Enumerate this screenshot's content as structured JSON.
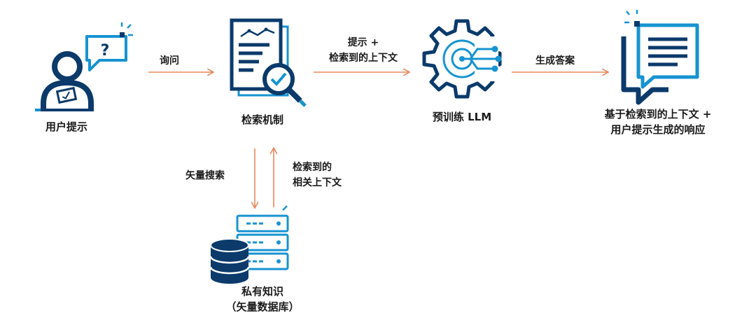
{
  "colors": {
    "navy": "#0b3a6b",
    "blue": "#1793d1",
    "arrow": "#e8875b"
  },
  "nodes": {
    "user_prompt": {
      "label": "用户提示",
      "icon": "user-question-icon"
    },
    "retrieval": {
      "label": "检索机制",
      "icon": "document-search-icon"
    },
    "llm": {
      "label": "预训练 LLM",
      "icon": "gear-circuit-icon"
    },
    "response": {
      "label_line1": "基于检索到的上下文 +",
      "label_line2": "用户提示生成的响应",
      "icon": "chat-document-icon"
    },
    "knowledge": {
      "label_line1": "私有知识",
      "label_line2": "（矢量数据库）",
      "icon": "database-server-icon"
    }
  },
  "edges": {
    "query": "询问",
    "prompt_context_line1": "提示 +",
    "prompt_context_line2": "检索到的上下文",
    "generate": "生成答案",
    "vector_search": "矢量搜索",
    "retrieved_line1": "检索到的",
    "retrieved_line2": "相关上下文"
  }
}
